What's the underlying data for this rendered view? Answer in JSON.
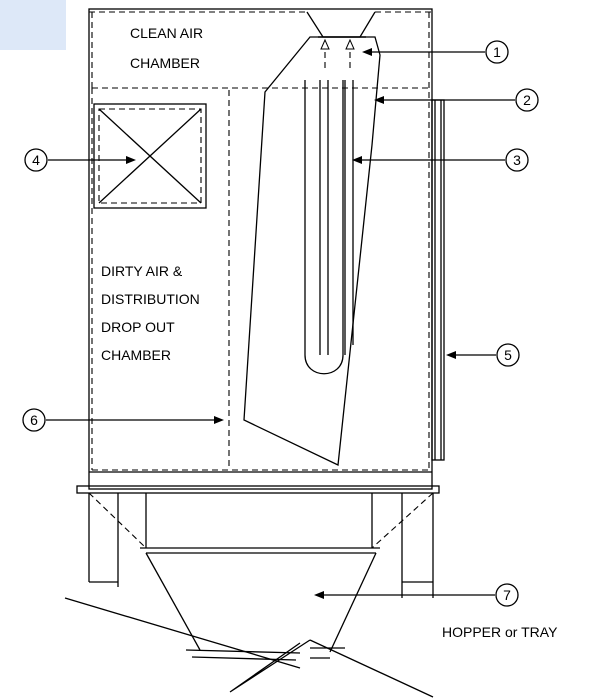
{
  "labels": {
    "clean_air_line1": "CLEAN AIR",
    "clean_air_line2": "CHAMBER",
    "dirty_line1": "DIRTY AIR &",
    "dirty_line2": "DISTRIBUTION",
    "dirty_line3": "DROP OUT",
    "dirty_line4": "CHAMBER",
    "hopper_prefix": "HOPPER ",
    "hopper_or": "or",
    "hopper_suffix": " TRAY"
  },
  "callouts": [
    "1",
    "2",
    "3",
    "4",
    "5",
    "6",
    "7"
  ],
  "colors": {
    "background": "#dde8f8",
    "paper": "#ffffff",
    "ink": "#000000"
  }
}
